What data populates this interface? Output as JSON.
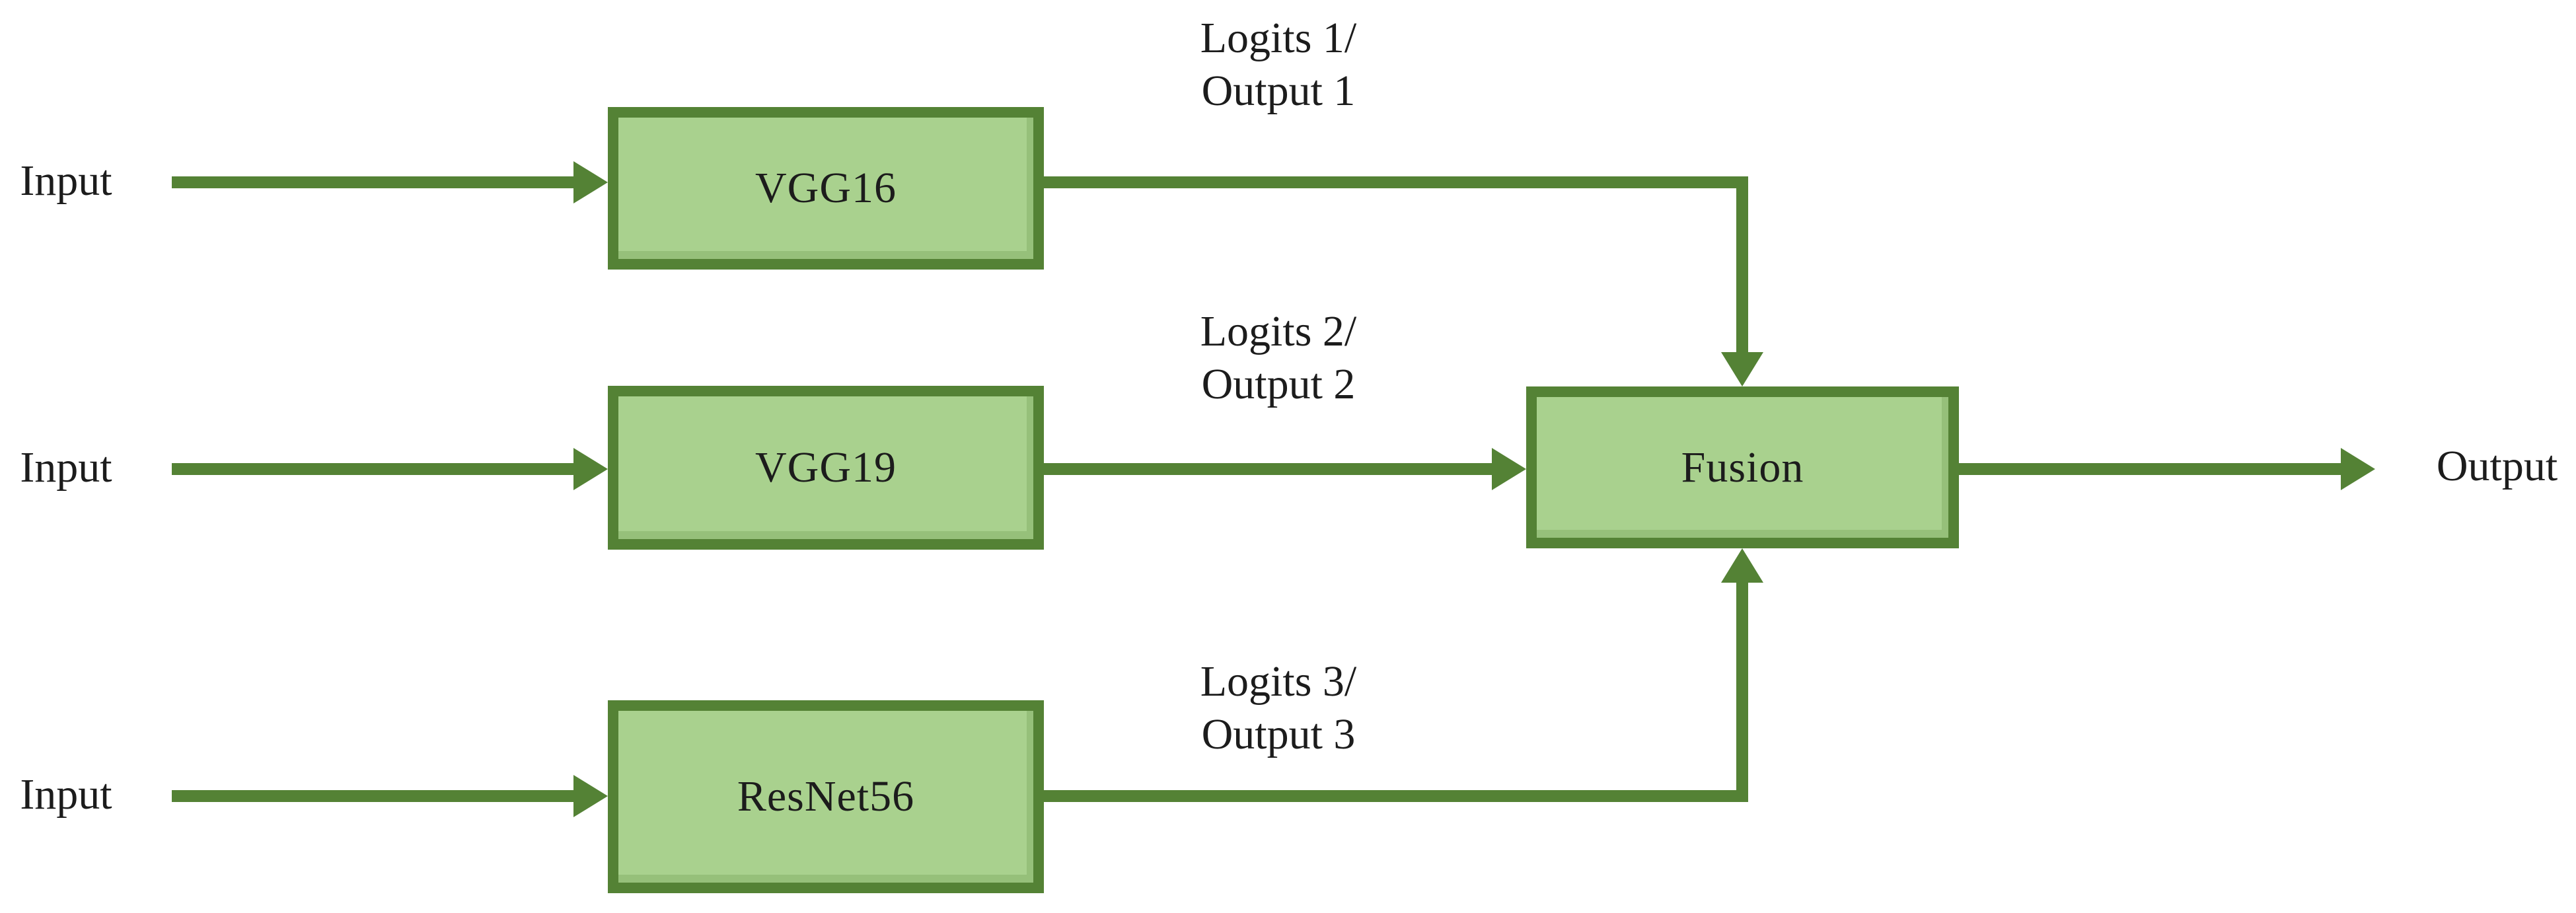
{
  "diagram_type": "model-ensemble-fusion-flowchart",
  "colors": {
    "connector_and_border": "#548235",
    "node_fill": "#A9D18E",
    "text": "#1C1C1C",
    "background": "#FFFFFF"
  },
  "inputs": [
    {
      "label": "Input"
    },
    {
      "label": "Input"
    },
    {
      "label": "Input"
    }
  ],
  "models": [
    {
      "label": "VGG16"
    },
    {
      "label": "VGG19"
    },
    {
      "label": "ResNet56"
    }
  ],
  "edge_labels": [
    {
      "line1": "Logits 1/",
      "line2": "Output 1"
    },
    {
      "line1": "Logits 2/",
      "line2": "Output 2"
    },
    {
      "line1": "Logits 3/",
      "line2": "Output 3"
    }
  ],
  "fusion": {
    "label": "Fusion"
  },
  "output": {
    "label": "Output"
  }
}
